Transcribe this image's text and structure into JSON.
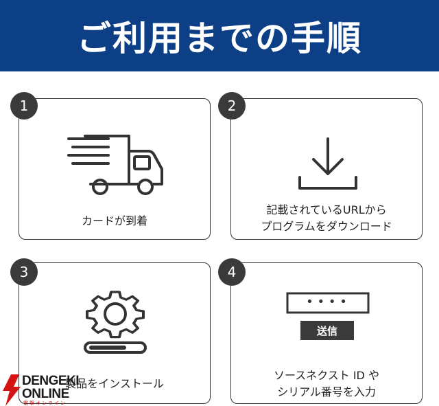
{
  "header": {
    "title": "ご利用までの手順"
  },
  "steps": [
    {
      "number": "1",
      "label_line1": "カードが到着",
      "label_line2": "",
      "icon": "delivery-truck-icon"
    },
    {
      "number": "2",
      "label_line1": "記載されているURLから",
      "label_line2": "プログラムをダウンロード",
      "icon": "download-icon"
    },
    {
      "number": "3",
      "label_line1": "製品をインストール",
      "label_line2": "",
      "icon": "gear-install-icon"
    },
    {
      "number": "4",
      "label_line1": "ソースネクスト ID や",
      "label_line2": "シリアル番号を入力",
      "icon": "password-field-icon"
    }
  ],
  "step4_form": {
    "password_mask": "• • • •",
    "send_label": "送信"
  },
  "watermark": {
    "line1": "DENGEKI",
    "line2": "ONLINE",
    "line3": "電撃オンライン"
  },
  "colors": {
    "header_bg": "#0c3f86",
    "badge_bg": "#3a3a3a",
    "border": "#333333",
    "watermark_red": "#cc1010"
  }
}
